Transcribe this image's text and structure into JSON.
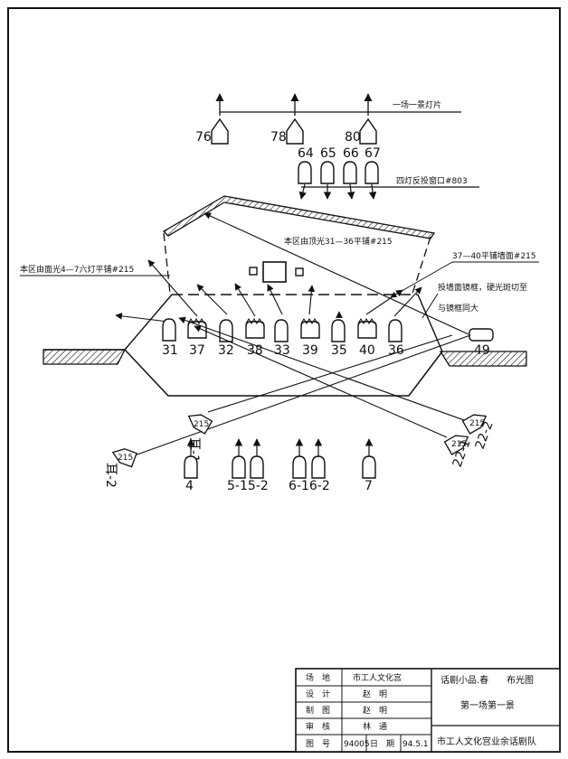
{
  "notes": {
    "scene_lights": "一场一景灯片",
    "four_lights": "四灯反投窗口#803",
    "top_lights": "本区由顶光31—36平铺#215",
    "face_lights": "本区由面光4—7六灯平铺#215",
    "wall_lights": "37—40平铺墙面#215",
    "mirror_note_1": "投墙面镜框，硬光斑切至",
    "mirror_note_2": "与镜框同大"
  },
  "fixtures": {
    "top_row": [
      "76",
      "78",
      "80"
    ],
    "window_row": [
      "64",
      "65",
      "66",
      "67"
    ],
    "stage_row": [
      "31",
      "37",
      "32",
      "38",
      "33",
      "39",
      "35",
      "40",
      "36"
    ],
    "side": "49",
    "face_row": [
      "4",
      "5-1",
      "5-2",
      "6-1",
      "6-2",
      "7"
    ],
    "face_row_labels": [
      "4",
      "5-15-2",
      "6-16-2",
      "7"
    ],
    "follow_left_1": "耳-1",
    "follow_left_2": "耳-2",
    "follow_right_1": "22-1",
    "follow_right_2": "22-2",
    "gel": "215"
  },
  "title_block": {
    "venue_label": "场　地",
    "venue_value": "市工人文化宫",
    "design_label": "设　计",
    "design_value": "赵　明",
    "draw_label": "制　图",
    "draw_value": "赵　明",
    "review_label": "审　核",
    "review_value": "林　通",
    "drawing_no_label": "图　号",
    "drawing_no_value": "94005",
    "date_label": "日　期",
    "date_value": "94.5.1",
    "play": "话剧小品.春",
    "plot_type": "布光图",
    "scene": "第一场第一景",
    "company": "市工人文化宫业余话剧队"
  }
}
